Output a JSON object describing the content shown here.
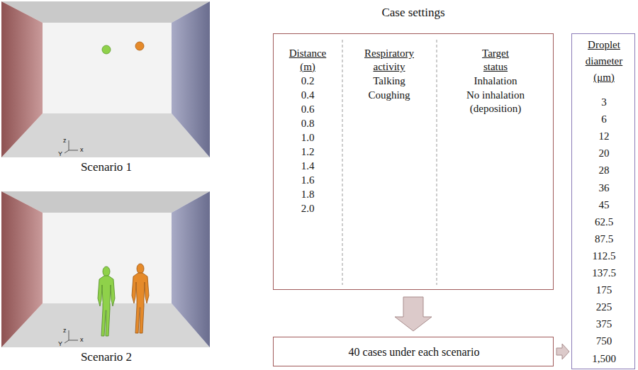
{
  "diagram": {
    "title": "Case settings",
    "nodes": [
      {
        "text": [
          "Distance (m)",
          "0.2",
          "0.4",
          "0.6",
          "0.8",
          "1.0",
          "1.2",
          "1.4",
          "1.6",
          "1.8",
          "2.0",
          "Respiratory activity",
          "Talking",
          "Coughing",
          "Target status",
          "Inhalation",
          "No inhalation (deposition)"
        ]
      },
      {
        "text": [
          "40 cases under each scenario"
        ]
      },
      {
        "text": [
          "Droplet diameter (μm)",
          "3",
          "6",
          "12",
          "20",
          "28",
          "36",
          "45",
          "62.5",
          "87.5",
          "112.5",
          "137.5",
          "175",
          "225",
          "375",
          "750",
          "1,500"
        ]
      }
    ],
    "edges": [
      {
        "from": 0,
        "to": 1,
        "arrow": "to"
      },
      {
        "from": 1,
        "to": 2,
        "arrow": "to"
      }
    ],
    "labels": [
      "Scenario 1",
      "z",
      "Y",
      "x",
      "Scenario 2",
      "z",
      "Y",
      "x"
    ]
  }
}
